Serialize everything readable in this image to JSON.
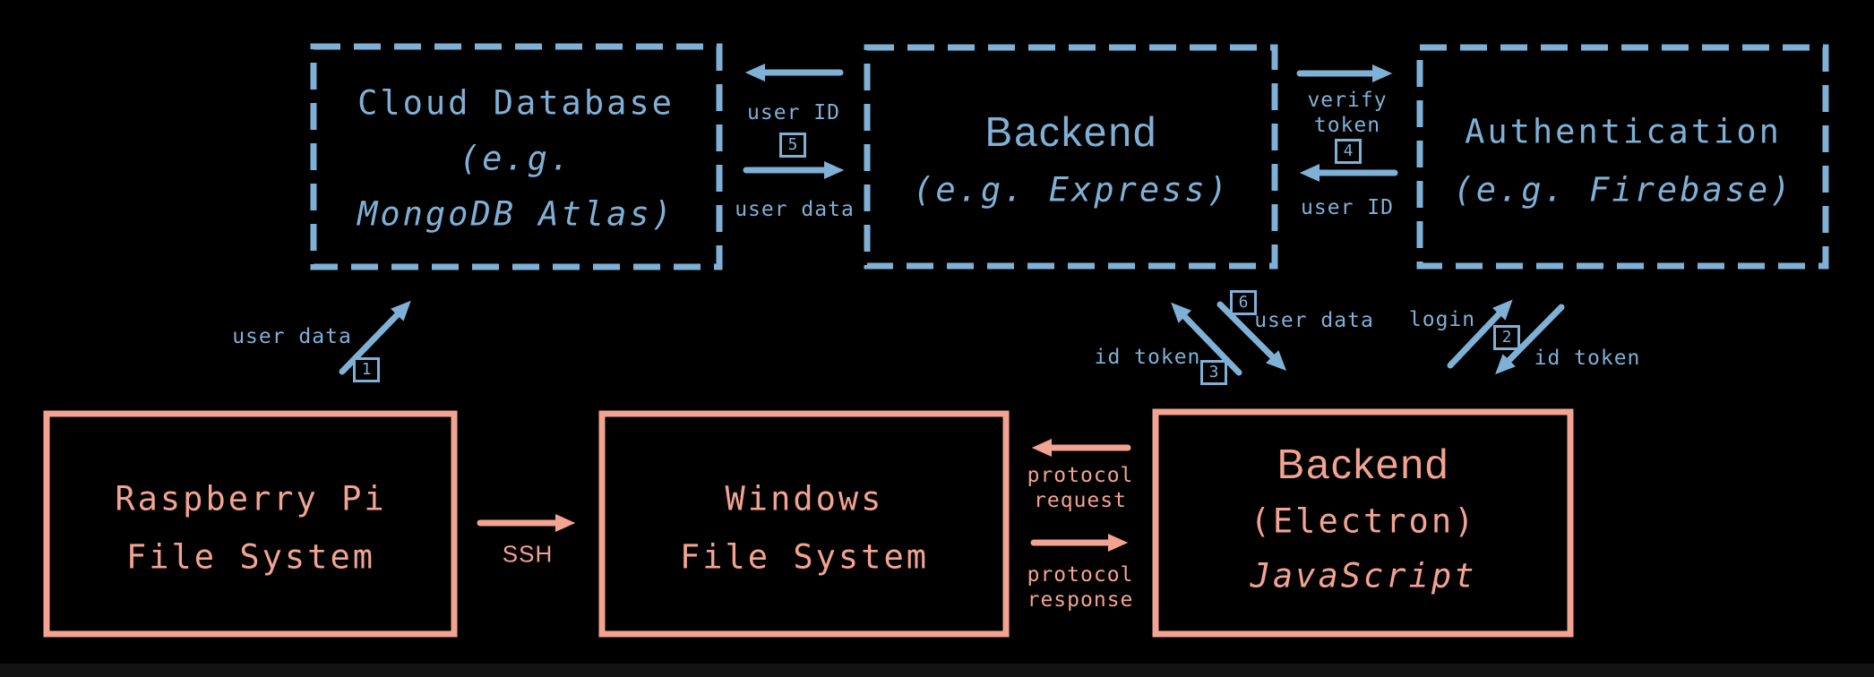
{
  "palette": {
    "background": "#000000",
    "blue": "#7fb0d5",
    "salmon": "#f2a391",
    "bottom_strip": "#131313"
  },
  "nodes": {
    "cloud_database": {
      "title": "Cloud Database",
      "subtitle_line1": "(e.g.",
      "subtitle_line2": "MongoDB Atlas)"
    },
    "backend_express": {
      "title": "Backend",
      "subtitle": "(e.g. Express)"
    },
    "authentication": {
      "title": "Authentication",
      "subtitle": "(e.g. Firebase)"
    },
    "raspberry_pi": {
      "title_line1": "Raspberry Pi",
      "title_line2": "File System"
    },
    "windows_fs": {
      "title_line1": "Windows",
      "title_line2": "File System"
    },
    "backend_electron": {
      "title": "Backend",
      "subtitle": "(Electron)",
      "language": "JavaScript"
    }
  },
  "edges": {
    "user_id_to_cloud": {
      "label": "user ID",
      "step": "5"
    },
    "user_data_to_backend": {
      "label": "user data"
    },
    "verify_token": {
      "label_line1": "verify",
      "label_line2": "token",
      "step": "4"
    },
    "user_id_to_backend": {
      "label": "user ID"
    },
    "user_data_pi_to_cloud": {
      "label": "user data",
      "step": "1"
    },
    "id_token_to_express": {
      "label": "id token",
      "step": "3"
    },
    "user_data_to_electron": {
      "label": "user data",
      "step": "6"
    },
    "login_to_auth": {
      "label": "login",
      "step": "2"
    },
    "id_token_to_electron": {
      "label": "id token"
    },
    "ssh": {
      "label": "SSH"
    },
    "protocol_request": {
      "label_line1": "protocol",
      "label_line2": "request"
    },
    "protocol_response": {
      "label_line1": "protocol",
      "label_line2": "response"
    }
  }
}
